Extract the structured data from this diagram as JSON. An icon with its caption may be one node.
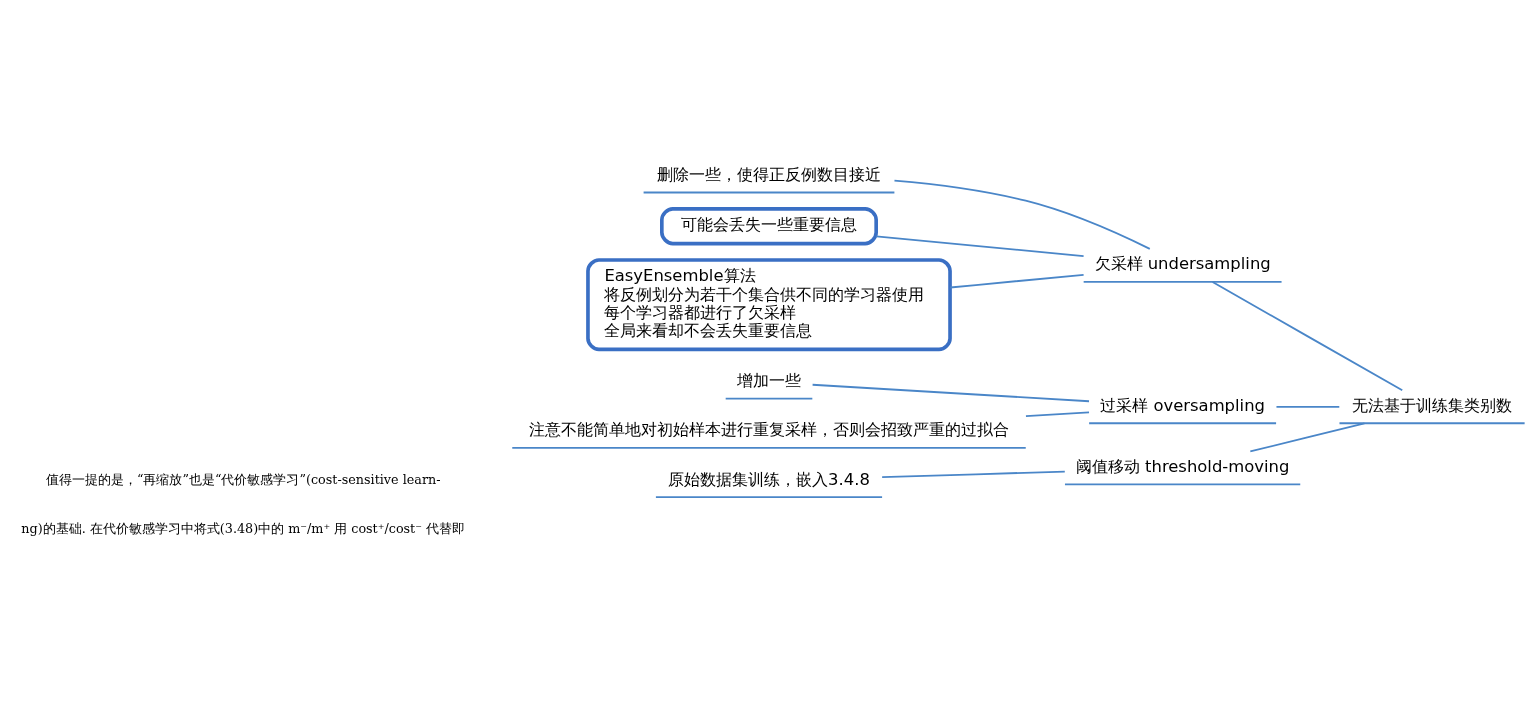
{
  "diagram": {
    "nodes": [
      {
        "text": [
          "无法基于训练集类别数"
        ]
      },
      {
        "text": [
          "欠采样 undersampling"
        ]
      },
      {
        "text": [
          "删除一些，使得正反例数目接近"
        ]
      },
      {
        "text": [
          "可能会丢失一些重要信息"
        ]
      },
      {
        "text": [
          "EasyEnsemble算法",
          "将反例划分为若干个集合供不同的学习器使用",
          "每个学习器都进行了欠采样",
          "全局来看却不会丢失重要信息"
        ]
      },
      {
        "text": [
          "过采样 oversampling"
        ]
      },
      {
        "text": [
          "增加一些"
        ]
      },
      {
        "text": [
          "注意不能简单地对初始样本进行重复采样，否则会招致严重的过拟合"
        ]
      },
      {
        "text": [
          "阈值移动 threshold-moving"
        ]
      },
      {
        "text": [
          "原始数据集训练，嵌入3.4.8"
        ]
      }
    ],
    "edges": [
      {
        "from": 0,
        "to": 1,
        "arrow": "none"
      },
      {
        "from": 1,
        "to": 2,
        "arrow": "none"
      },
      {
        "from": 1,
        "to": 3,
        "arrow": "none"
      },
      {
        "from": 1,
        "to": 4,
        "arrow": "none"
      },
      {
        "from": 0,
        "to": 5,
        "arrow": "none"
      },
      {
        "from": 5,
        "to": 6,
        "arrow": "none"
      },
      {
        "from": 5,
        "to": 7,
        "arrow": "none"
      },
      {
        "from": 0,
        "to": 8,
        "arrow": "none"
      },
      {
        "from": 8,
        "to": 9,
        "arrow": "none"
      }
    ],
    "labels": [
      "值得一提的是，“再缩放”也是“代价敏感学习”(cost-sensitive learn-",
      "ng)的基础. 在代价敏感学习中将式(3.48)中的 m⁻/m⁺ 用 cost⁺/cost⁻ 代替即"
    ]
  }
}
